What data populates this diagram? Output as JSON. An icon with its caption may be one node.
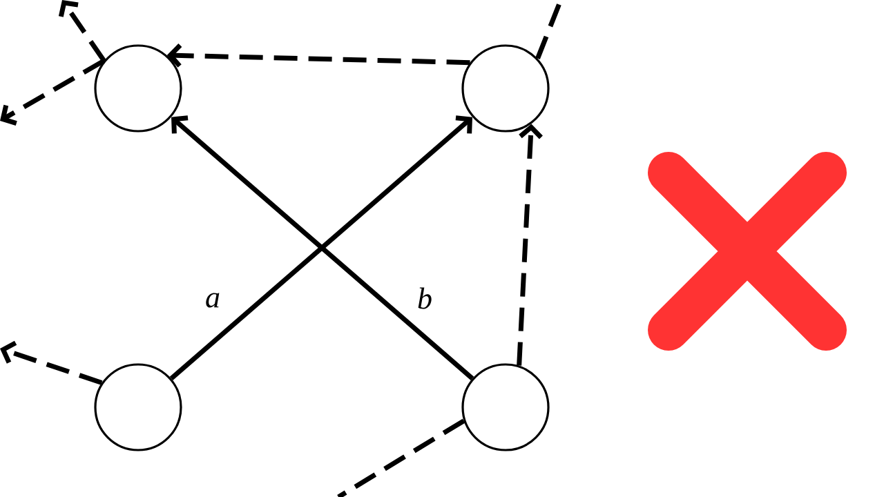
{
  "diagram": {
    "nodes": [
      {
        "text": [],
        "shape": "circle"
      },
      {
        "text": [],
        "shape": "circle"
      },
      {
        "text": [],
        "shape": "circle"
      },
      {
        "text": [],
        "shape": "circle"
      }
    ],
    "edges": [
      {
        "from": 2,
        "to": 1,
        "arrow": "to",
        "label": "a"
      },
      {
        "from": 3,
        "to": 0,
        "arrow": "to",
        "label": "b"
      },
      {
        "from": 1,
        "to": 0,
        "arrow": "to",
        "style": "dashed"
      },
      {
        "from": 3,
        "to": 1,
        "arrow": "to",
        "style": "dashed"
      },
      {
        "from": 0,
        "to": null,
        "arrow": "to",
        "style": "dashed"
      },
      {
        "from": 0,
        "to": null,
        "arrow": "to",
        "style": "dashed"
      },
      {
        "from": 2,
        "to": null,
        "arrow": "to",
        "style": "dashed"
      },
      {
        "from": 3,
        "to": null,
        "arrow": "none",
        "style": "dashed"
      },
      {
        "from": 1,
        "to": null,
        "arrow": "none",
        "style": "dashed"
      }
    ]
  }
}
